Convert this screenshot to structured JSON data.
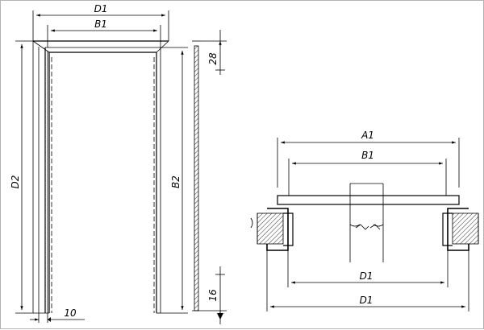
{
  "front_view": {
    "labels": {
      "d1": "D1",
      "b1": "B1",
      "d2": "D2",
      "b2": "B2",
      "dim_28": "28",
      "dim_16": "16",
      "dim_10": "10"
    }
  },
  "section_view": {
    "labels": {
      "a1": "A1",
      "b1": "B1",
      "d1_inner": "D1",
      "d1_outer": "D1"
    }
  },
  "colors": {
    "line": "#000000",
    "border": "#b4b4b4",
    "background": "#ffffff"
  }
}
